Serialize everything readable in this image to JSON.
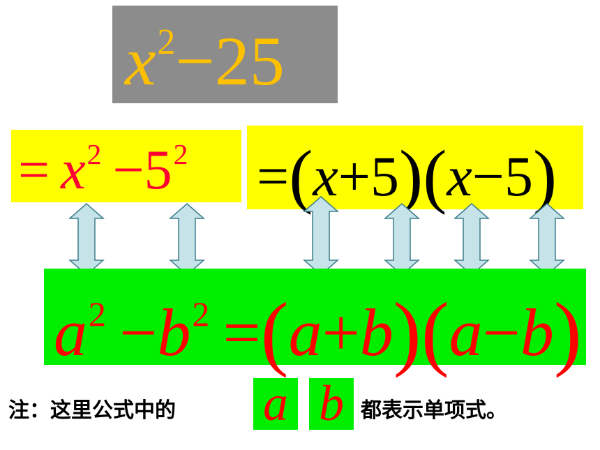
{
  "title_expr": {
    "base": "x",
    "exp": "2",
    "rest": "−25"
  },
  "step1": {
    "eq": "=",
    "base1": "x",
    "exp1": "2",
    "minus": "−",
    "base2": "5",
    "exp2": "2"
  },
  "step2": {
    "eq": "=",
    "lp1": "(",
    "x1": "x",
    "plus": "+",
    "n1": "5",
    "rp1": ")",
    "lp2": "(",
    "x2": "x",
    "minus": "−",
    "n2": "5",
    "rp2": ")"
  },
  "formula": {
    "a": "a",
    "a_exp": "2",
    "minus": "−",
    "b": "b",
    "b_exp": "2",
    "eq": "=",
    "lp1": "(",
    "a1": "a",
    "plus": "+",
    "b1": "b",
    "rp1": ")",
    "lp2": "(",
    "a2": "a",
    "minus2": "−",
    "b2": "b",
    "rp2": ")"
  },
  "note": {
    "prefix": "注：这里公式中的",
    "var_a": "a",
    "var_b": "b",
    "suffix": "都表示单项式。"
  },
  "colors": {
    "title_bg": "#8c8c8c",
    "title_text": "#ffc000",
    "yellow": "#ffff00",
    "green": "#00ee00",
    "red": "#ff0000",
    "arrow_fill": "#c5e3e8"
  }
}
